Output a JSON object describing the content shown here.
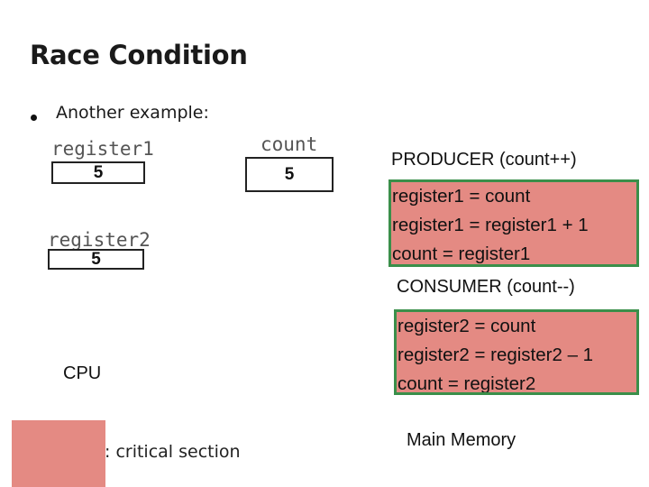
{
  "slide": {
    "title": "Race Condition",
    "bullet": "Another example:"
  },
  "registers": {
    "register1": {
      "label": "register1",
      "value": "5"
    },
    "register2": {
      "label": "register2",
      "value": "5"
    },
    "count": {
      "label": "count",
      "value": "5"
    }
  },
  "producer": {
    "heading": "PRODUCER (count++)",
    "lines": [
      "register1 = count",
      "register1 = register1 + 1",
      "count = register1"
    ]
  },
  "consumer": {
    "heading": "CONSUMER (count--)",
    "lines": [
      "register2 = count",
      "register2 = register2 – 1",
      "count = register2"
    ]
  },
  "labels": {
    "cpu": "CPU",
    "main_memory": "Main Memory"
  },
  "legend": {
    "text": ": critical section"
  },
  "colors": {
    "critical_section": "#e48a83",
    "critical_border": "#3a8f4a"
  }
}
